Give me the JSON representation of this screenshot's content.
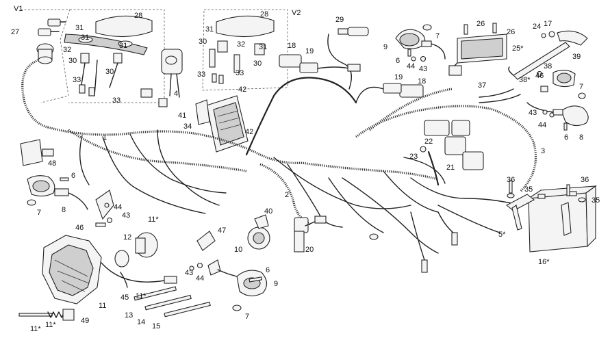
{
  "labels": {
    "v1": "V1",
    "v2": "V2",
    "l28a": "28",
    "l28b": "28",
    "l27": "27",
    "l31a": "31",
    "l31b": "31",
    "l31c": "31",
    "l31d": "31",
    "l32a": "32",
    "l32b": "32",
    "l30a": "30",
    "l30b": "30",
    "l30c": "30",
    "l30d": "30",
    "l33a": "33",
    "l33b": "33",
    "l33c": "33",
    "l33d": "33",
    "l4": "4",
    "l41": "41",
    "l34": "34",
    "l42a": "42",
    "l42b": "42",
    "l29": "29",
    "l18a": "18",
    "l18b": "18",
    "l19a": "19",
    "l19b": "19",
    "l9a": "9",
    "l9b": "9",
    "l7a": "7",
    "l7b": "7",
    "l7c": "7",
    "l7d": "7",
    "l6a": "6",
    "l6b": "6",
    "l6c": "6",
    "l6d": "6",
    "l44a": "44",
    "l44b": "44",
    "l44c": "44",
    "l43a": "43",
    "l43b": "43",
    "l43c": "43",
    "l43d": "43",
    "l26a": "26",
    "l26b": "26",
    "l25": "25*",
    "l24": "24",
    "l17": "17",
    "l39": "39",
    "l38a": "38",
    "l38b": "38*",
    "l46a": "46",
    "l46b": "46",
    "l37": "37",
    "l8a": "8",
    "l8b": "8",
    "l22": "22",
    "l23": "23",
    "l21": "21",
    "l3": "3",
    "l1": "1",
    "l2": "2",
    "l48": "48",
    "l36a": "36",
    "l36b": "36",
    "l35a": "35",
    "l35b": "35",
    "l5": "5*",
    "l16": "16*",
    "l40": "40",
    "l10": "10",
    "l20": "20",
    "l47": "47",
    "l11a": "11*",
    "l11b": "11",
    "l11c": "11*",
    "l11d": "11*",
    "l11e": "11*",
    "l12": "12",
    "l45": "45",
    "l49": "49",
    "l13": "13",
    "l14": "14",
    "l15": "15"
  },
  "colors": {
    "line": "#222222",
    "background": "#ffffff"
  }
}
